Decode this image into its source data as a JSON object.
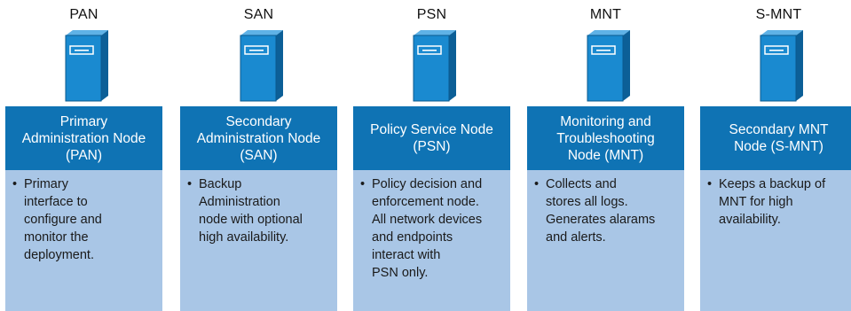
{
  "nodes": [
    {
      "label": "PAN",
      "title": "Primary\nAdministration Node\n(PAN)",
      "bullet": "Primary\ninterface to\nconfigure and\nmonitor the\ndeployment."
    },
    {
      "label": "SAN",
      "title": "Secondary\nAdministration Node\n(SAN)",
      "bullet": "Backup\nAdministration\nnode with optional\nhigh availability."
    },
    {
      "label": "PSN",
      "title": "Policy Service Node\n(PSN)",
      "bullet": "Policy decision and\nenforcement node.\nAll network devices\nand endpoints\ninteract with\nPSN only."
    },
    {
      "label": "MNT",
      "title": "Monitoring and\nTroubleshooting\nNode (MNT)",
      "bullet": "Collects and\nstores all logs.\nGenerates alarams\nand alerts."
    },
    {
      "label": "S-MNT",
      "title": "Secondary MNT\nNode (S-MNT)",
      "bullet": "Keeps a backup of\nMNT for high\navailability."
    }
  ],
  "bullet_symbol": "•",
  "icon": "server-tower-icon",
  "colors": {
    "header": "#0f73b4",
    "body": "#a9c6e6",
    "server_front": "#1a8ad0",
    "server_side": "#0c5f97",
    "server_top": "#5fb2e6"
  }
}
